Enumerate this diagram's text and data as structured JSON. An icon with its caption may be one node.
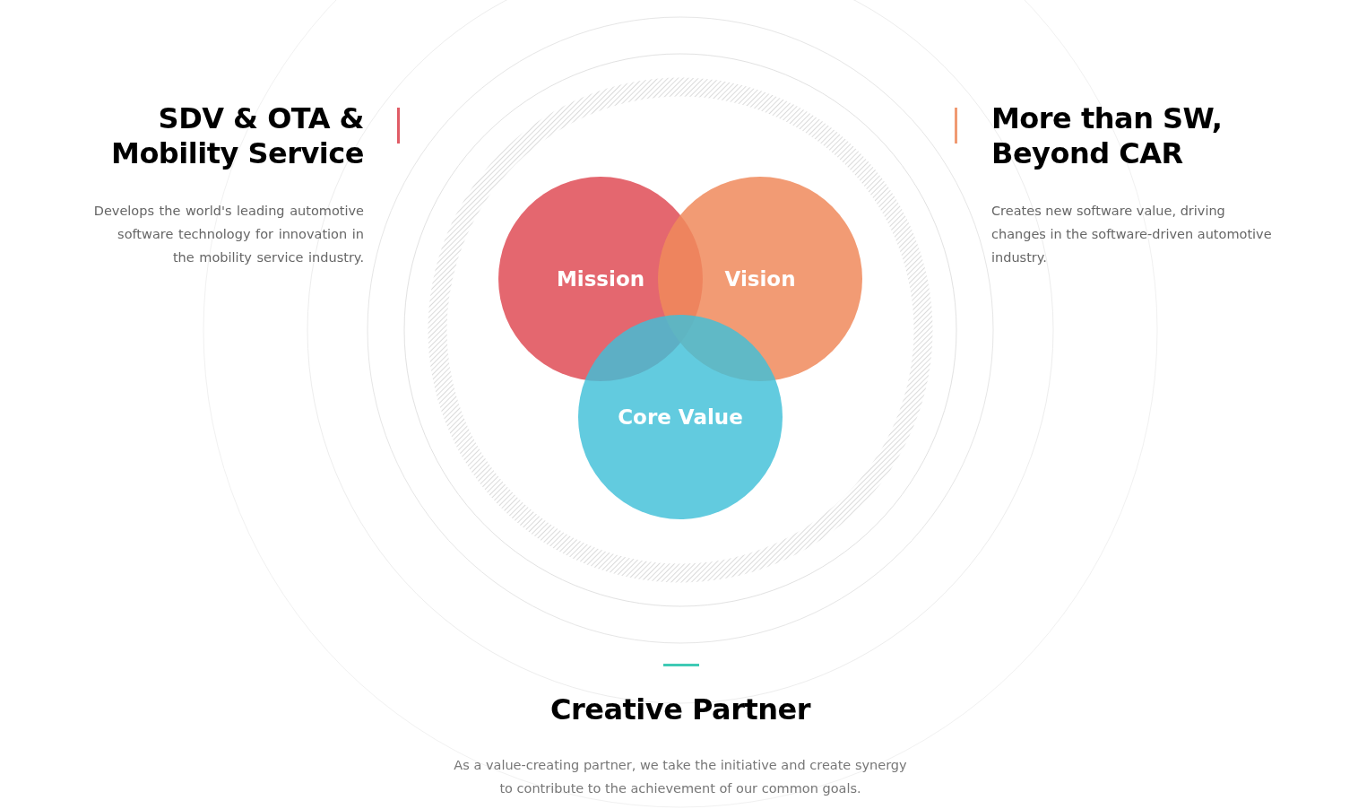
{
  "diagram": {
    "nodes": [
      {
        "text": [
          "Mission"
        ]
      },
      {
        "text": [
          "Vision"
        ]
      },
      {
        "text": [
          "Core Value"
        ]
      }
    ],
    "labels": [
      "SDV & OTA & Mobility Service",
      "Develops the world's leading automotive software technology for innovation in the mobility service industry.",
      "More than SW, Beyond CAR",
      "Creates new software value, driving changes in the software-driven automotive industry.",
      "Creative Partner",
      "As a value-creating partner, we take the initiative and create synergy to contribute to the achievement of our common goals."
    ]
  }
}
